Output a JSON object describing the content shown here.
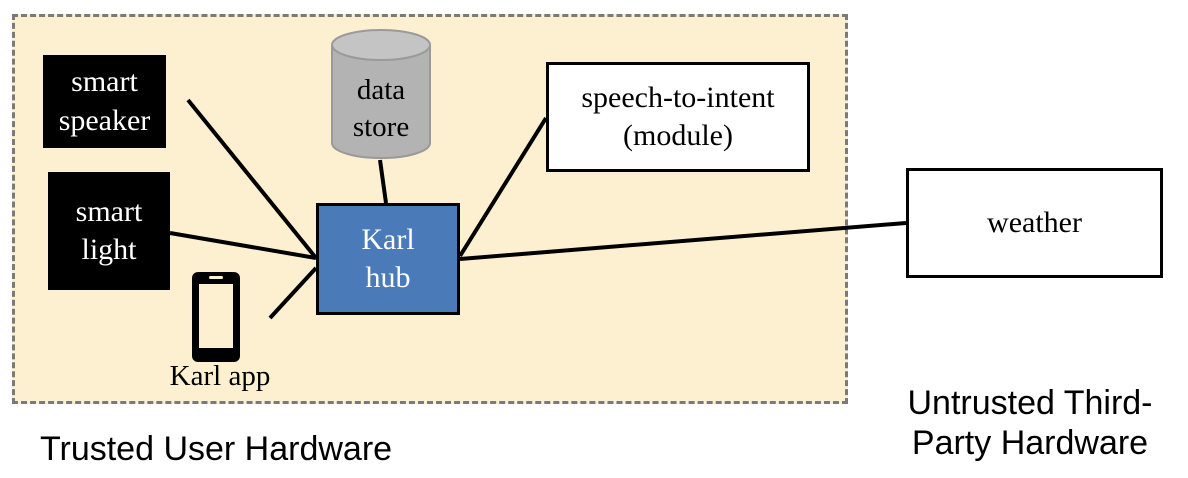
{
  "nodes": {
    "smart_speaker": "smart\nspeaker",
    "smart_light": "smart\nlight",
    "data_store": "data\nstore",
    "karl_hub": "Karl\nhub",
    "speech_to_intent": "speech-to-intent\n(module)",
    "weather": "weather",
    "karl_app": "Karl app"
  },
  "regions": {
    "trusted": "Trusted User Hardware",
    "untrusted": "Untrusted Third-\nParty Hardware"
  },
  "colors": {
    "trusted_zone": "#fcf0d0",
    "zone_border": "#7a7a7a",
    "hub_fill": "#4a7bb8",
    "device_fill": "#000000",
    "store_fill": "#b3b3b3"
  }
}
